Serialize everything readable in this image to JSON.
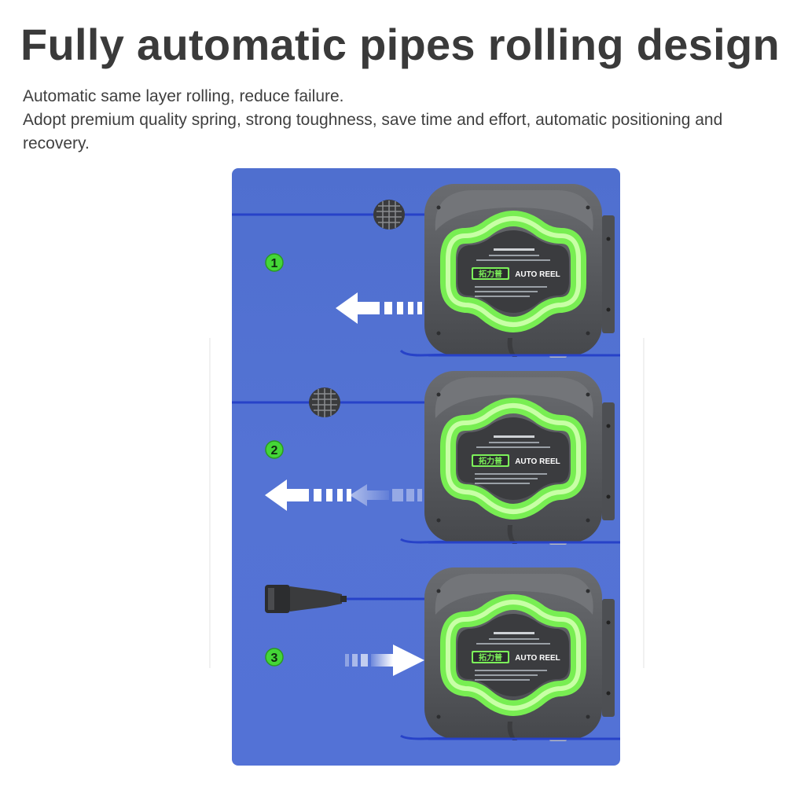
{
  "header": {
    "title": "Fully automatic pipes rolling design",
    "lines": [
      "Automatic same layer rolling, reduce failure.",
      "Adopt premium quality spring, strong toughness, save time and effort, automatic positioning and recovery."
    ]
  },
  "steps": [
    {
      "number": "1",
      "brand": "拓力普",
      "label": "AUTO REEL",
      "direction": "left"
    },
    {
      "number": "2",
      "brand": "拓力普",
      "label": "AUTO REEL",
      "direction": "left"
    },
    {
      "number": "3",
      "brand": "拓力普",
      "label": "AUTO REEL",
      "direction": "right"
    }
  ],
  "colors": {
    "panel": "#5372d6",
    "accent_green": "#7cf05a",
    "reel_body": "#5b5d61",
    "hose": "#2742c8",
    "title": "#3a3a3a"
  }
}
